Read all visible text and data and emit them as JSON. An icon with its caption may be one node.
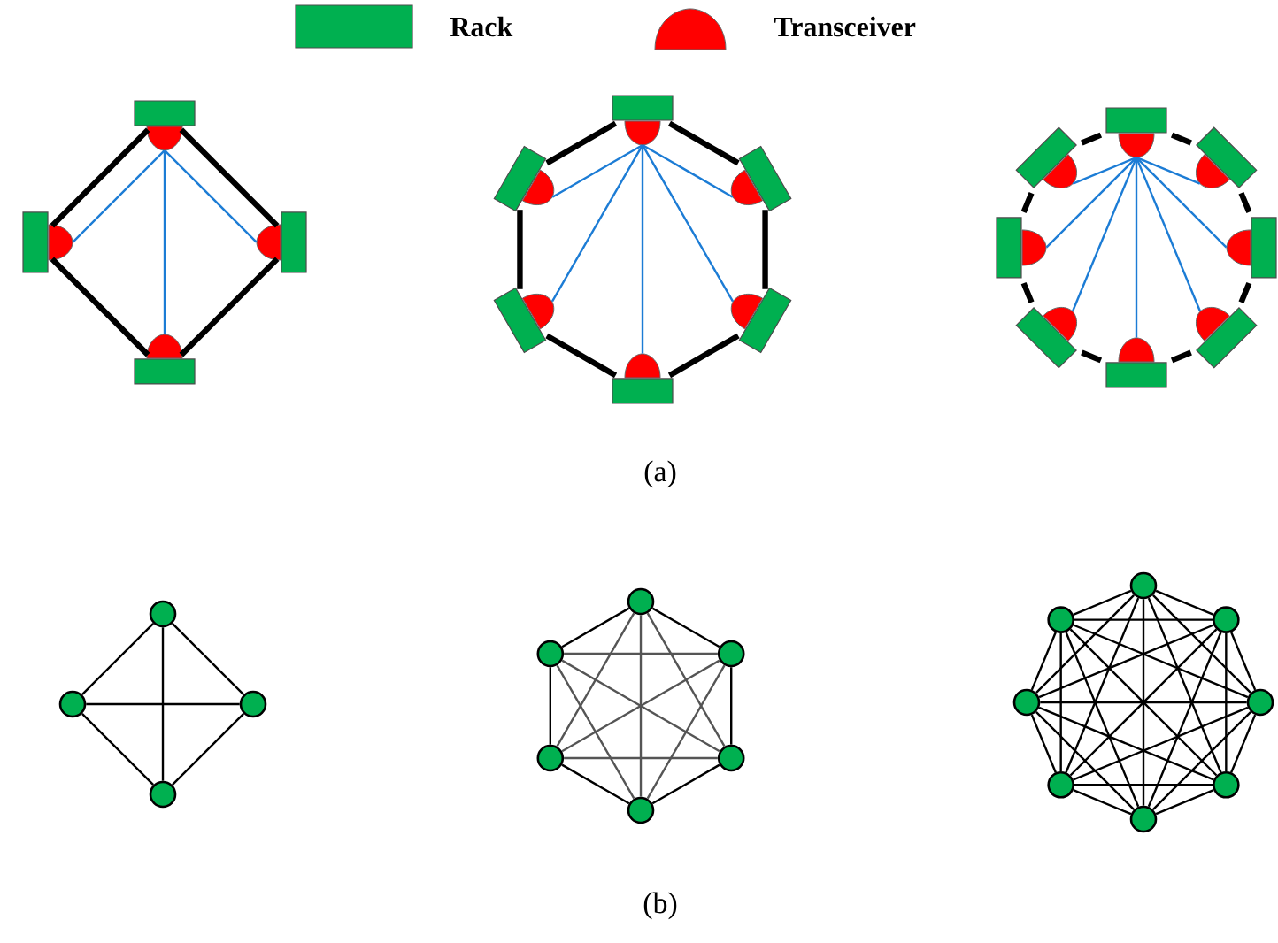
{
  "diagram": {
    "nodes": [
      {
        "text": [],
        "shape": "box"
      },
      {
        "text": [],
        "shape": "semicircle"
      },
      {
        "text": [],
        "shape": "box"
      },
      {
        "text": [],
        "shape": "semicircle"
      },
      {
        "text": [],
        "shape": "box"
      },
      {
        "text": [],
        "shape": "semicircle"
      },
      {
        "text": [],
        "shape": "box"
      },
      {
        "text": [],
        "shape": "semicircle"
      },
      {
        "text": [],
        "shape": "box"
      },
      {
        "text": [],
        "shape": "semicircle"
      },
      {
        "text": [],
        "shape": "box"
      },
      {
        "text": [],
        "shape": "semicircle"
      },
      {
        "text": [],
        "shape": "box"
      },
      {
        "text": [],
        "shape": "semicircle"
      },
      {
        "text": [],
        "shape": "box"
      },
      {
        "text": [],
        "shape": "semicircle"
      },
      {
        "text": [],
        "shape": "box"
      },
      {
        "text": [],
        "shape": "semicircle"
      },
      {
        "text": [],
        "shape": "box"
      },
      {
        "text": [],
        "shape": "semicircle"
      },
      {
        "text": [],
        "shape": "box"
      },
      {
        "text": [],
        "shape": "semicircle"
      },
      {
        "text": [],
        "shape": "box"
      },
      {
        "text": [],
        "shape": "semicircle"
      },
      {
        "text": [],
        "shape": "box"
      },
      {
        "text": [],
        "shape": "semicircle"
      },
      {
        "text": [],
        "shape": "box"
      },
      {
        "text": [],
        "shape": "semicircle"
      },
      {
        "text": [],
        "shape": "box"
      },
      {
        "text": [],
        "shape": "semicircle"
      },
      {
        "text": [],
        "shape": "box"
      },
      {
        "text": [],
        "shape": "semicircle"
      },
      {
        "text": [],
        "shape": "box"
      },
      {
        "text": [],
        "shape": "semicircle"
      },
      {
        "text": [],
        "shape": "box"
      },
      {
        "text": [],
        "shape": "semicircle"
      },
      {
        "text": [],
        "shape": "circle"
      },
      {
        "text": [],
        "shape": "circle"
      },
      {
        "text": [],
        "shape": "circle"
      },
      {
        "text": [],
        "shape": "circle"
      },
      {
        "text": [],
        "shape": "circle"
      },
      {
        "text": [],
        "shape": "circle"
      },
      {
        "text": [],
        "shape": "circle"
      },
      {
        "text": [],
        "shape": "circle"
      },
      {
        "text": [],
        "shape": "circle"
      },
      {
        "text": [],
        "shape": "circle"
      },
      {
        "text": [],
        "shape": "circle"
      },
      {
        "text": [],
        "shape": "circle"
      },
      {
        "text": [],
        "shape": "circle"
      },
      {
        "text": [],
        "shape": "circle"
      },
      {
        "text": [],
        "shape": "circle"
      },
      {
        "text": [],
        "shape": "circle"
      },
      {
        "text": [],
        "shape": "circle"
      },
      {
        "text": [],
        "shape": "circle"
      }
    ],
    "edges": [
      {
        "from": 0,
        "to": 2,
        "arrow": "none",
        "style": "thick"
      },
      {
        "from": 2,
        "to": 4,
        "arrow": "none",
        "style": "thick"
      },
      {
        "from": 4,
        "to": 6,
        "arrow": "none",
        "style": "thick"
      },
      {
        "from": 6,
        "to": 0,
        "arrow": "none",
        "style": "thick"
      },
      {
        "from": 1,
        "to": 3,
        "arrow": "none",
        "color": "#1c7cd5"
      },
      {
        "from": 1,
        "to": 5,
        "arrow": "none",
        "color": "#1c7cd5"
      },
      {
        "from": 1,
        "to": 7,
        "arrow": "none",
        "color": "#1c7cd5"
      },
      {
        "from": 8,
        "to": 10,
        "arrow": "none",
        "style": "thick"
      },
      {
        "from": 10,
        "to": 12,
        "arrow": "none",
        "style": "thick"
      },
      {
        "from": 12,
        "to": 14,
        "arrow": "none",
        "style": "thick"
      },
      {
        "from": 14,
        "to": 16,
        "arrow": "none",
        "style": "thick"
      },
      {
        "from": 16,
        "to": 18,
        "arrow": "none",
        "style": "thick"
      },
      {
        "from": 18,
        "to": 8,
        "arrow": "none",
        "style": "thick"
      },
      {
        "from": 9,
        "to": 11,
        "arrow": "none",
        "color": "#1c7cd5"
      },
      {
        "from": 9,
        "to": 13,
        "arrow": "none",
        "color": "#1c7cd5"
      },
      {
        "from": 9,
        "to": 15,
        "arrow": "none",
        "color": "#1c7cd5"
      },
      {
        "from": 9,
        "to": 17,
        "arrow": "none",
        "color": "#1c7cd5"
      },
      {
        "from": 9,
        "to": 19,
        "arrow": "none",
        "color": "#1c7cd5"
      },
      {
        "from": 20,
        "to": 22,
        "arrow": "none",
        "style": "thick"
      },
      {
        "from": 22,
        "to": 24,
        "arrow": "none",
        "style": "thick"
      },
      {
        "from": 24,
        "to": 26,
        "arrow": "none",
        "style": "thick"
      },
      {
        "from": 26,
        "to": 28,
        "arrow": "none",
        "style": "thick"
      },
      {
        "from": 28,
        "to": 30,
        "arrow": "none",
        "style": "thick"
      },
      {
        "from": 30,
        "to": 32,
        "arrow": "none",
        "style": "thick"
      },
      {
        "from": 32,
        "to": 34,
        "arrow": "none",
        "style": "thick"
      },
      {
        "from": 34,
        "to": 20,
        "arrow": "none",
        "style": "thick"
      },
      {
        "from": 21,
        "to": 23,
        "arrow": "none",
        "color": "#1c7cd5"
      },
      {
        "from": 21,
        "to": 25,
        "arrow": "none",
        "color": "#1c7cd5"
      },
      {
        "from": 21,
        "to": 27,
        "arrow": "none",
        "color": "#1c7cd5"
      },
      {
        "from": 21,
        "to": 29,
        "arrow": "none",
        "color": "#1c7cd5"
      },
      {
        "from": 21,
        "to": 31,
        "arrow": "none",
        "color": "#1c7cd5"
      },
      {
        "from": 21,
        "to": 33,
        "arrow": "none",
        "color": "#1c7cd5"
      },
      {
        "from": 21,
        "to": 35,
        "arrow": "none",
        "color": "#1c7cd5"
      },
      {
        "from": 36,
        "to": 37,
        "arrow": "none"
      },
      {
        "from": 37,
        "to": 38,
        "arrow": "none"
      },
      {
        "from": 38,
        "to": 39,
        "arrow": "none"
      },
      {
        "from": 39,
        "to": 36,
        "arrow": "none"
      },
      {
        "from": 36,
        "to": 38,
        "arrow": "none"
      },
      {
        "from": 37,
        "to": 39,
        "arrow": "none"
      },
      {
        "from": 40,
        "to": 41,
        "arrow": "none"
      },
      {
        "from": 41,
        "to": 42,
        "arrow": "none"
      },
      {
        "from": 42,
        "to": 43,
        "arrow": "none"
      },
      {
        "from": 43,
        "to": 44,
        "arrow": "none"
      },
      {
        "from": 44,
        "to": 45,
        "arrow": "none"
      },
      {
        "from": 45,
        "to": 40,
        "arrow": "none"
      },
      {
        "from": 40,
        "to": 42,
        "arrow": "none",
        "color": "#555555"
      },
      {
        "from": 40,
        "to": 43,
        "arrow": "none",
        "color": "#555555"
      },
      {
        "from": 40,
        "to": 44,
        "arrow": "none",
        "color": "#555555"
      },
      {
        "from": 41,
        "to": 43,
        "arrow": "none",
        "color": "#555555"
      },
      {
        "from": 41,
        "to": 44,
        "arrow": "none",
        "color": "#555555"
      },
      {
        "from": 41,
        "to": 45,
        "arrow": "none",
        "color": "#555555"
      },
      {
        "from": 42,
        "to": 44,
        "arrow": "none",
        "color": "#555555"
      },
      {
        "from": 42,
        "to": 45,
        "arrow": "none",
        "color": "#555555"
      },
      {
        "from": 43,
        "to": 45,
        "arrow": "none",
        "color": "#555555"
      },
      {
        "from": 46,
        "to": 47,
        "arrow": "none"
      },
      {
        "from": 46,
        "to": 48,
        "arrow": "none"
      },
      {
        "from": 46,
        "to": 49,
        "arrow": "none"
      },
      {
        "from": 46,
        "to": 50,
        "arrow": "none"
      },
      {
        "from": 46,
        "to": 51,
        "arrow": "none"
      },
      {
        "from": 46,
        "to": 52,
        "arrow": "none"
      },
      {
        "from": 46,
        "to": 53,
        "arrow": "none"
      },
      {
        "from": 47,
        "to": 48,
        "arrow": "none"
      },
      {
        "from": 47,
        "to": 49,
        "arrow": "none"
      },
      {
        "from": 47,
        "to": 50,
        "arrow": "none"
      },
      {
        "from": 47,
        "to": 51,
        "arrow": "none"
      },
      {
        "from": 47,
        "to": 52,
        "arrow": "none"
      },
      {
        "from": 47,
        "to": 53,
        "arrow": "none"
      },
      {
        "from": 48,
        "to": 49,
        "arrow": "none"
      },
      {
        "from": 48,
        "to": 50,
        "arrow": "none"
      },
      {
        "from": 48,
        "to": 51,
        "arrow": "none"
      },
      {
        "from": 48,
        "to": 52,
        "arrow": "none"
      },
      {
        "from": 48,
        "to": 53,
        "arrow": "none"
      },
      {
        "from": 49,
        "to": 50,
        "arrow": "none"
      },
      {
        "from": 49,
        "to": 51,
        "arrow": "none"
      },
      {
        "from": 49,
        "to": 52,
        "arrow": "none"
      },
      {
        "from": 49,
        "to": 53,
        "arrow": "none"
      },
      {
        "from": 50,
        "to": 51,
        "arrow": "none"
      },
      {
        "from": 50,
        "to": 52,
        "arrow": "none"
      },
      {
        "from": 50,
        "to": 53,
        "arrow": "none"
      },
      {
        "from": 51,
        "to": 52,
        "arrow": "none"
      },
      {
        "from": 51,
        "to": 53,
        "arrow": "none"
      },
      {
        "from": 52,
        "to": 53,
        "arrow": "none"
      }
    ],
    "labels": [
      "(a)",
      "(b)"
    ],
    "legend": [
      {
        "text": "Rack",
        "color": "#00b050"
      },
      {
        "text": "Transceiver"
      }
    ]
  }
}
